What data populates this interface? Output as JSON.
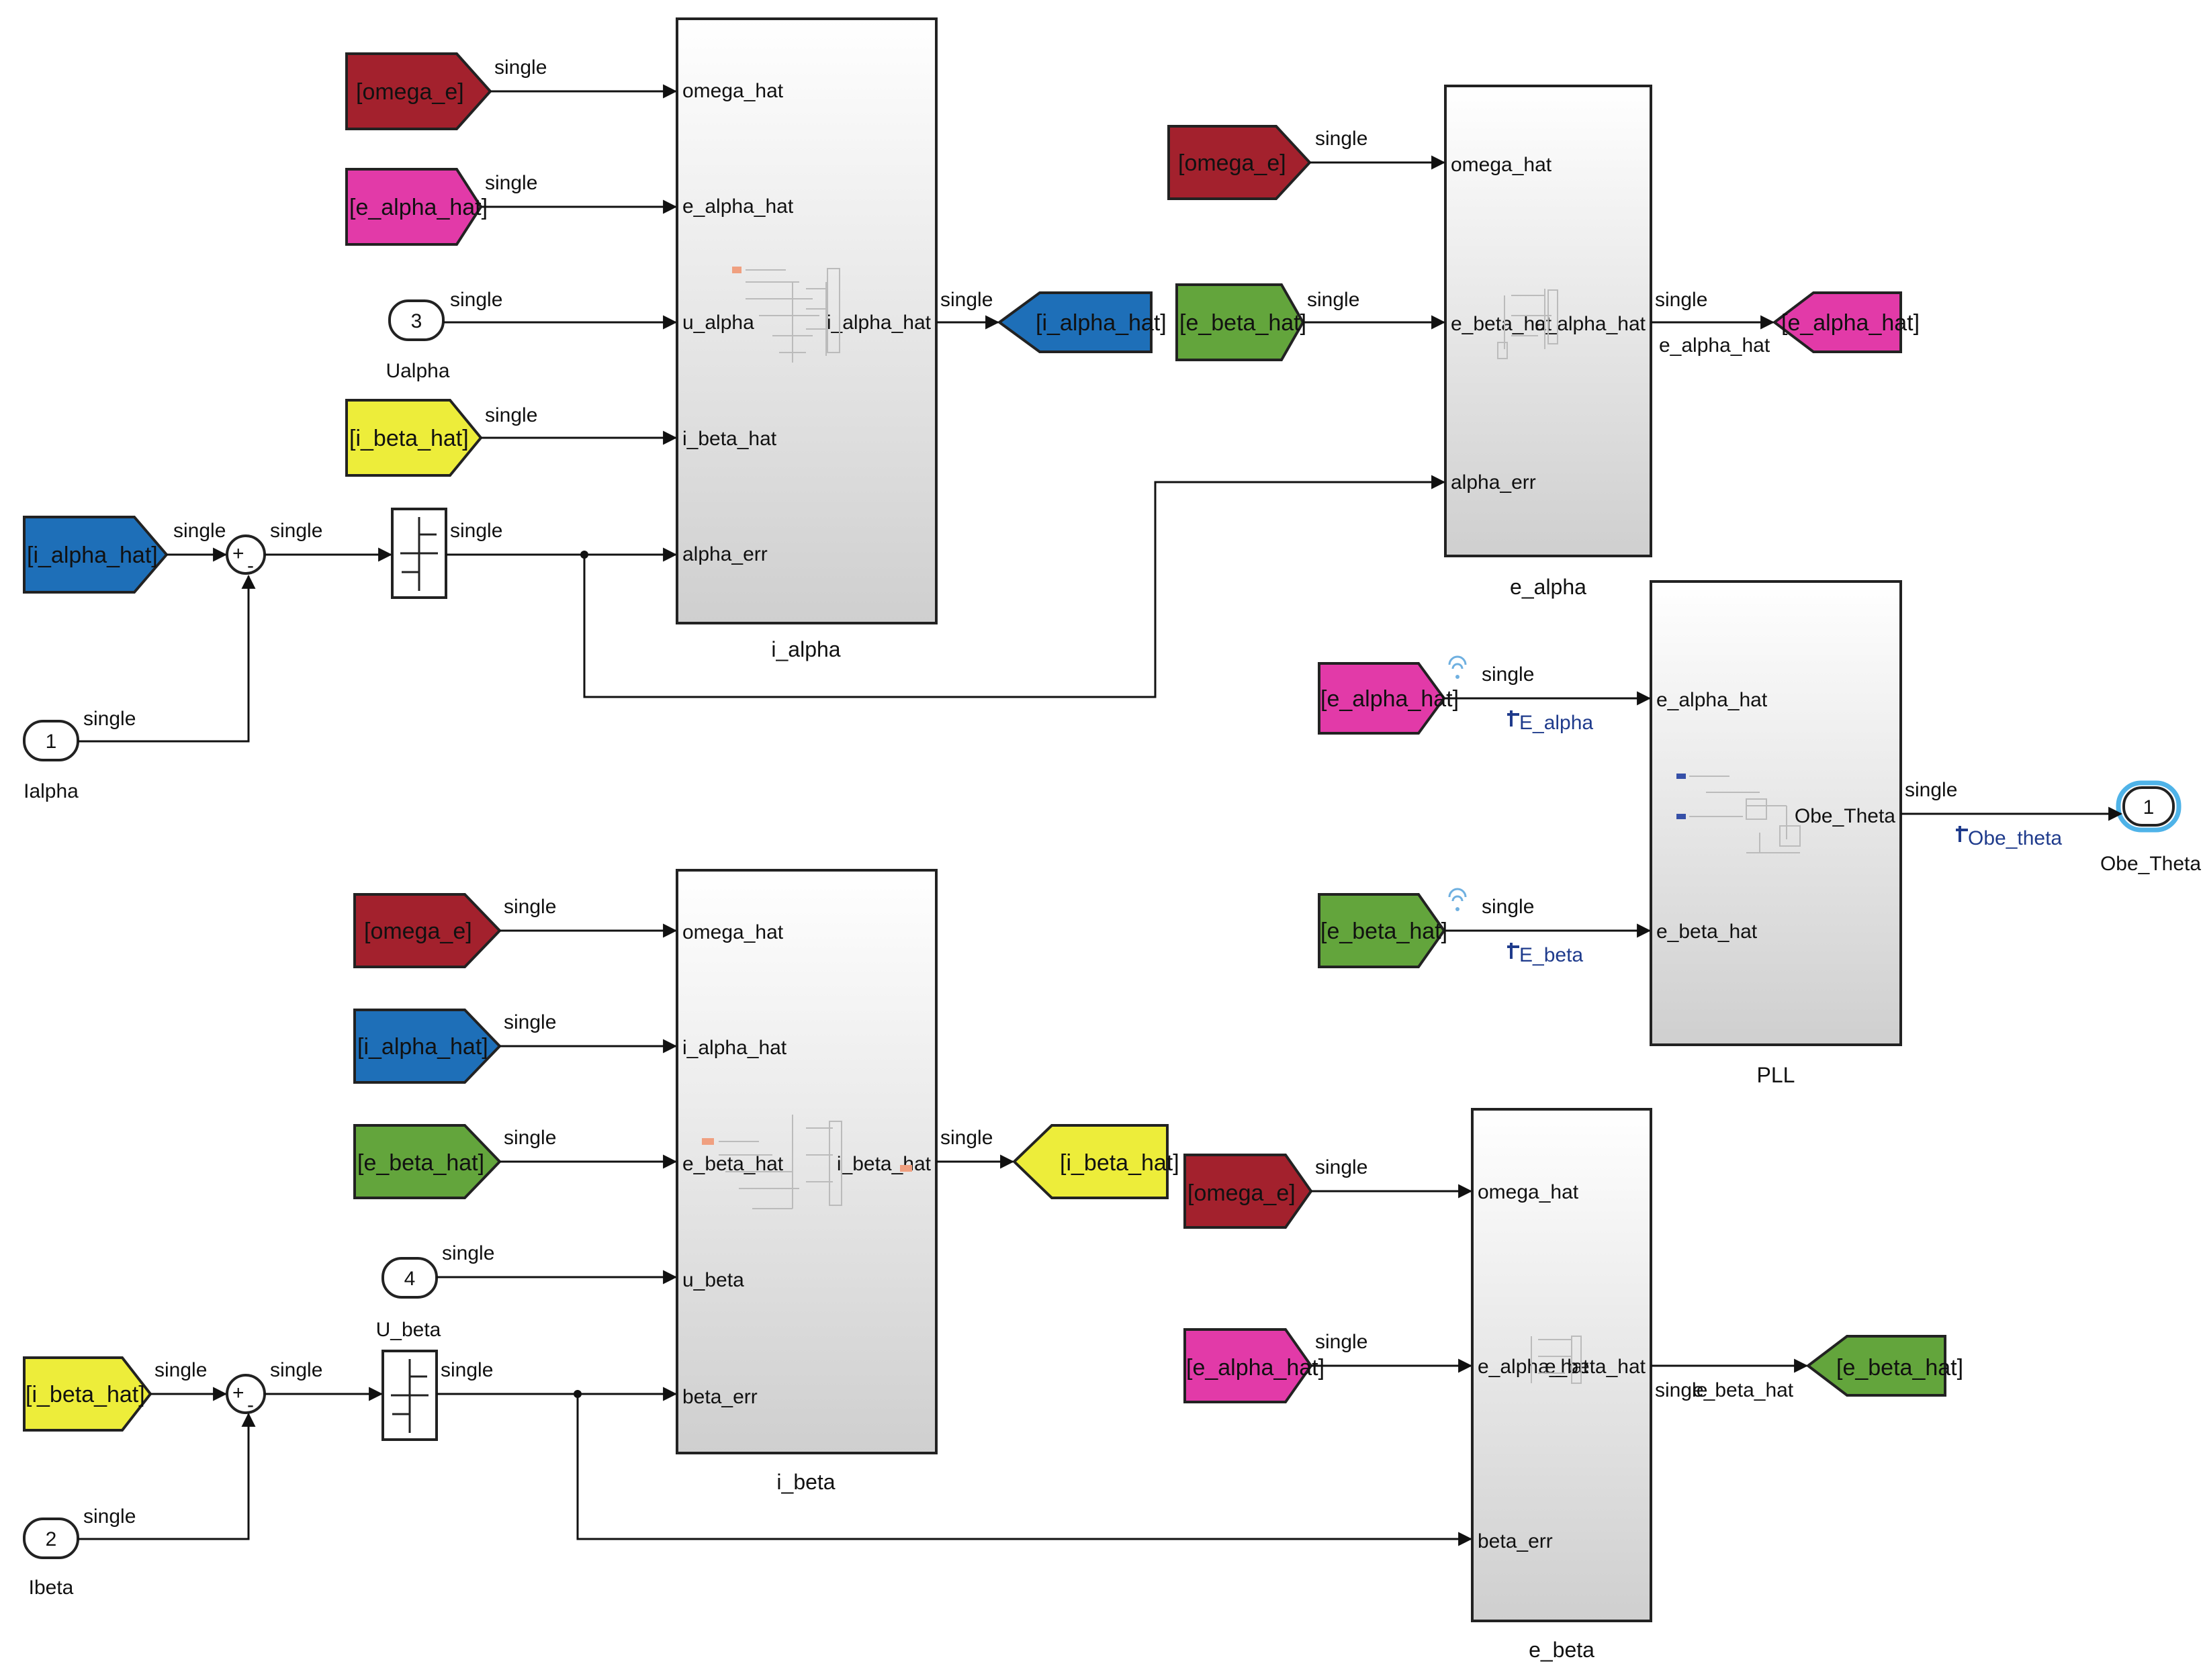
{
  "colors": {
    "omega": "#a3212d",
    "magenta": "#e23aa8",
    "blue": "#1e6fb8",
    "yellow": "#eded3a",
    "green": "#63a53c",
    "subsystem_top": "#ffffff",
    "subsystem_bottom": "#cfcfcf",
    "wire": "#111111",
    "log_marker": "#1f3b8c",
    "outport_highlight": "#4fb3e8"
  },
  "signal_type": "single",
  "subsystems": {
    "i_alpha": {
      "name": "i_alpha",
      "inputs": [
        "omega_hat",
        "e_alpha_hat",
        "u_alpha",
        "i_beta_hat",
        "alpha_err"
      ],
      "output": "i_alpha_hat"
    },
    "e_alpha": {
      "name": "e_alpha",
      "inputs": [
        "omega_hat",
        "e_beta_hat",
        "alpha_err"
      ],
      "output": "e_alpha_hat",
      "output_below": "e_alpha_hat"
    },
    "pll": {
      "name": "PLL",
      "inputs": [
        "e_alpha_hat",
        "e_beta_hat"
      ],
      "output": "Obe_Theta"
    },
    "i_beta": {
      "name": "i_beta",
      "inputs": [
        "omega_hat",
        "i_alpha_hat",
        "e_beta_hat",
        "u_beta",
        "beta_err"
      ],
      "output": "i_beta_hat"
    },
    "e_beta": {
      "name": "e_beta",
      "inputs": [
        "omega_hat",
        "e_alpha_hat",
        "beta_err"
      ],
      "output": "e_beta_hat",
      "output_below": "e_beta_hat"
    }
  },
  "tags": {
    "omega_e": "[omega_e]",
    "e_alpha_hat": "[e_alpha_hat]",
    "i_beta_hat": "[i_beta_hat]",
    "i_alpha_hat": "[i_alpha_hat]",
    "e_beta_hat": "[e_beta_hat]"
  },
  "inports": {
    "ualpha": {
      "number": "3",
      "name": "Ualpha"
    },
    "ialpha": {
      "number": "1",
      "name": "Ialpha"
    },
    "ubeta": {
      "number": "4",
      "name": "U_beta"
    },
    "ibeta": {
      "number": "2",
      "name": "Ibeta"
    }
  },
  "outport": {
    "number": "1",
    "name": "Obe_Theta"
  },
  "sum_signs": {
    "plus": "+",
    "minus": "-"
  },
  "log_labels": {
    "e_alpha": "E_alpha",
    "e_beta": "E_beta",
    "obe_theta": "Obe_theta"
  }
}
